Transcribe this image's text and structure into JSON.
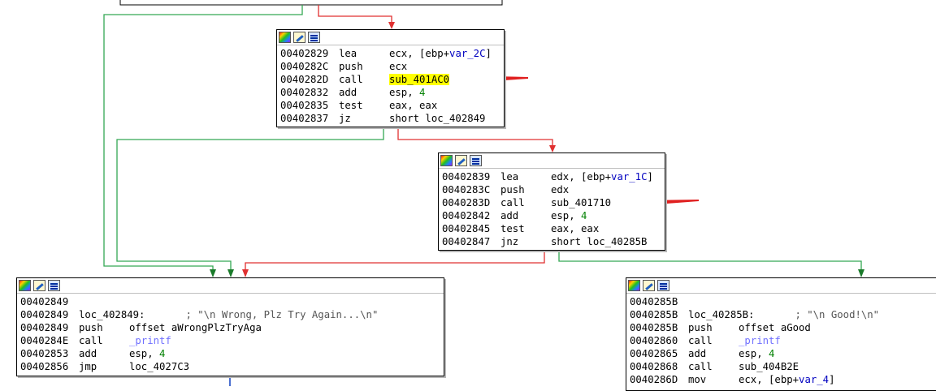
{
  "colors": {
    "true_edge": "#34a853",
    "false_edge": "#e03030",
    "flow_edge": "#1040c0",
    "arrow": "#e02020",
    "highlight": "#ffff00"
  },
  "blocks": [
    {
      "id": "block-402829",
      "lines": [
        {
          "addr": "00402829",
          "mn": "lea",
          "op": "ecx, [ebp+",
          "var": "var_2C",
          "end": "]"
        },
        {
          "addr": "0040282C",
          "mn": "push",
          "op": "ecx"
        },
        {
          "addr": "0040282D",
          "mn": "call",
          "op": "sub_401AC0",
          "hl": true
        },
        {
          "addr": "00402832",
          "mn": "add",
          "op": "esp, ",
          "num": "4"
        },
        {
          "addr": "00402835",
          "mn": "test",
          "op": "eax, eax"
        },
        {
          "addr": "00402837",
          "mn": "jz",
          "op": "short loc_402849"
        }
      ]
    },
    {
      "id": "block-402839",
      "lines": [
        {
          "addr": "00402839",
          "mn": "lea",
          "op": "edx, [ebp+",
          "var": "var_1C",
          "end": "]"
        },
        {
          "addr": "0040283C",
          "mn": "push",
          "op": "edx"
        },
        {
          "addr": "0040283D",
          "mn": "call",
          "op": "sub_401710"
        },
        {
          "addr": "00402842",
          "mn": "add",
          "op": "esp, ",
          "num": "4"
        },
        {
          "addr": "00402845",
          "mn": "test",
          "op": "eax, eax"
        },
        {
          "addr": "00402847",
          "mn": "jnz",
          "op": "short loc_40285B"
        }
      ]
    },
    {
      "id": "block-402849",
      "lines": [
        {
          "addr": "00402849"
        },
        {
          "addr": "00402849",
          "label": "loc_402849:",
          "comment": "; \"\\n Wrong, Plz Try Again...\\n\""
        },
        {
          "addr": "00402849",
          "mn": "push",
          "op": "offset aWrongPlzTryAga"
        },
        {
          "addr": "0040284E",
          "mn": "call",
          "fn": "_printf"
        },
        {
          "addr": "00402853",
          "mn": "add",
          "op": "esp, ",
          "num": "4"
        },
        {
          "addr": "00402856",
          "mn": "jmp",
          "op": "loc_4027C3"
        }
      ]
    },
    {
      "id": "block-40285B",
      "lines": [
        {
          "addr": "0040285B"
        },
        {
          "addr": "0040285B",
          "label": "loc_40285B:",
          "comment": "; \"\\n Good!\\n\""
        },
        {
          "addr": "0040285B",
          "mn": "push",
          "op": "offset aGood"
        },
        {
          "addr": "00402860",
          "mn": "call",
          "fn": "_printf"
        },
        {
          "addr": "00402865",
          "mn": "add",
          "op": "esp, ",
          "num": "4"
        },
        {
          "addr": "00402868",
          "mn": "call",
          "op": "sub_404B2E"
        },
        {
          "addr": "0040286D",
          "mn": "mov",
          "op": "ecx, [ebp+",
          "var": "var_4",
          "end": "]"
        }
      ]
    }
  ]
}
